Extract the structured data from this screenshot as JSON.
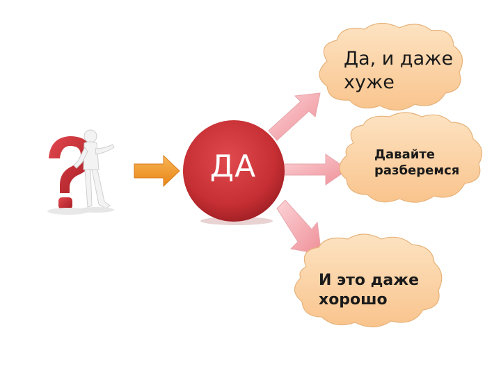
{
  "center": {
    "label": "ДА"
  },
  "outcomes": [
    {
      "line1": "Да, и даже",
      "line2": "хуже"
    },
    {
      "line1": "Давайте",
      "line2": "разберемся"
    },
    {
      "line1": "И это даже",
      "line2": "хорошо"
    }
  ],
  "colors": {
    "center_circle": "#c62f33",
    "pink_arrow": "#f4a1a8",
    "orange_arrow": "#f29a2e",
    "cloud_fill": "#fcd4a4",
    "question_mark": "#c4262e"
  },
  "icons": {
    "question": "question-mark-icon",
    "person": "figure-icon"
  }
}
